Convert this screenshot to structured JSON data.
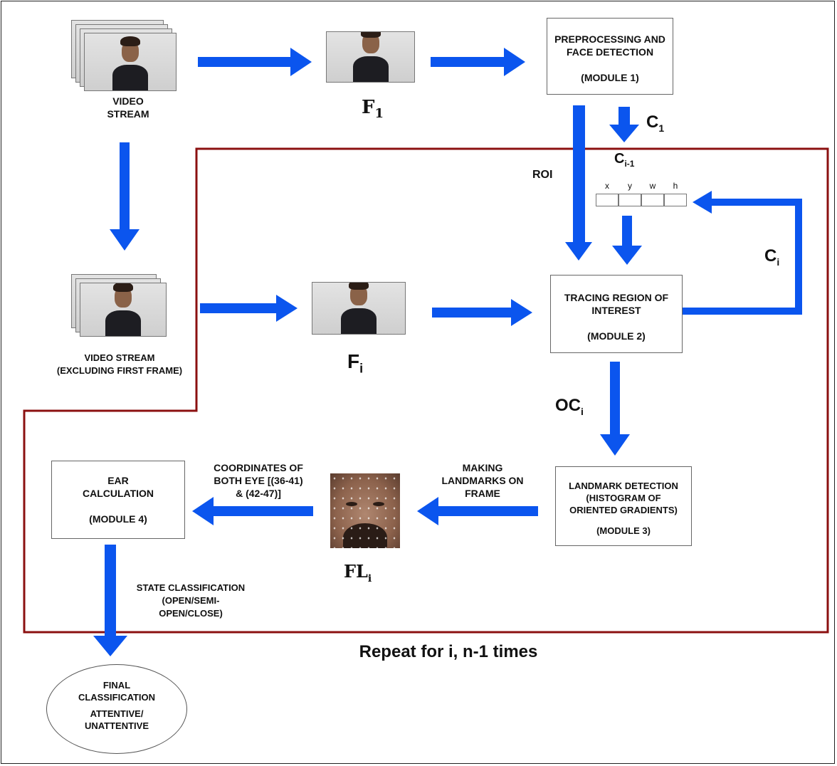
{
  "colors": {
    "arrow": "#0b55ee",
    "repeat_border": "#8b1010"
  },
  "labels": {
    "video_stream": [
      "VIDEO",
      "STREAM"
    ],
    "video_stream_excl": [
      "VIDEO STREAM",
      "(EXCLUDING FIRST FRAME)"
    ],
    "f1": "F",
    "f1_sub": "1",
    "fi": "F",
    "fi_sub": "i",
    "fli": "FL",
    "fli_sub": "i",
    "roi": "ROI",
    "c1": "C",
    "c1_sub": "1",
    "ci1": "C",
    "ci1_sub": "i-1",
    "ci": "C",
    "ci_sub": "i",
    "oci": "OC",
    "oci_sub": "i",
    "xywh": [
      "x",
      "y",
      "w",
      "h"
    ],
    "making_landmarks": [
      "MAKING",
      "LANDMARKS ON",
      "FRAME"
    ],
    "coords": [
      "COORDINATES OF",
      "BOTH EYE [(36-41)",
      "& (42-47)]"
    ],
    "state_classification": [
      "STATE CLASSIFICATION",
      "(OPEN/SEMI-",
      "OPEN/CLOSE)"
    ],
    "repeat": "Repeat for i, n-1 times"
  },
  "modules": {
    "m1": [
      "PREPROCESSING AND",
      "FACE DETECTION",
      "",
      "(MODULE  1)"
    ],
    "m2": [
      "TRACING REGION OF",
      "INTEREST",
      "",
      "(MODULE  2)"
    ],
    "m3": [
      "LANDMARK DETECTION",
      "(HISTOGRAM OF",
      "ORIENTED GRADIENTS)",
      "",
      "(MODULE 3)"
    ],
    "m4": [
      "EAR",
      "CALCULATION",
      "",
      "(MODULE 4)"
    ]
  },
  "final": [
    "FINAL",
    "CLASSIFICATION",
    "",
    "ATTENTIVE/",
    "UNATTENTIVE"
  ]
}
